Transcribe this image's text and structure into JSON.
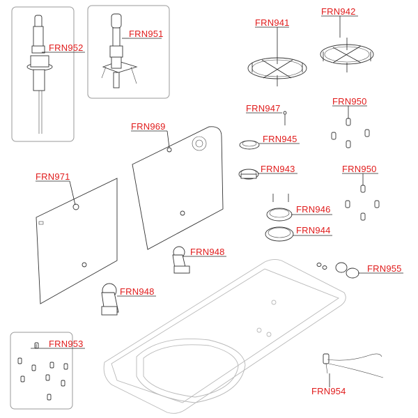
{
  "labels": {
    "frn952": "FRN952",
    "frn951": "FRN951",
    "frn941": "FRN941",
    "frn942": "FRN942",
    "frn947": "FRN947",
    "frn950a": "FRN950",
    "frn969": "FRN969",
    "frn945": "FRN945",
    "frn971": "FRN971",
    "frn943": "FRN943",
    "frn950b": "FRN950",
    "frn946": "FRN946",
    "frn944": "FRN944",
    "frn948a": "FRN948",
    "frn948b": "FRN948",
    "frn955": "FRN955",
    "frn953": "FRN953",
    "frn954": "FRN954"
  },
  "colors": {
    "label": "#e01b1b",
    "line": "#222222",
    "sink_outline": "#b8b8b8",
    "box_border": "#9a9a9a"
  }
}
